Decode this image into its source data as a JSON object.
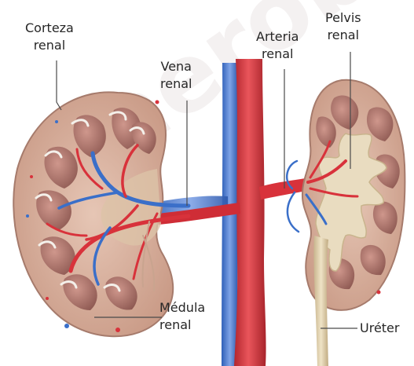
{
  "labels": {
    "corteza": [
      "Corteza",
      "renal"
    ],
    "vena": [
      "Vena",
      "renal"
    ],
    "arteria": [
      "Arteria",
      "renal"
    ],
    "pelvis": [
      "Pelvis",
      "renal"
    ],
    "medula": [
      "Médula",
      "renal"
    ],
    "ureter": "Uréter"
  },
  "watermark": "paerob",
  "colors": {
    "cortex": "#d6ad9a",
    "cortex_edge": "#a67b6c",
    "medulla": "#b87f74",
    "medulla_dark": "#8f5a53",
    "artery": "#d8323b",
    "vein": "#3a6fc9",
    "pelvis": "#e9dcc0",
    "aorta": "#d9434a",
    "vena_cava": "#4f7fd6"
  }
}
